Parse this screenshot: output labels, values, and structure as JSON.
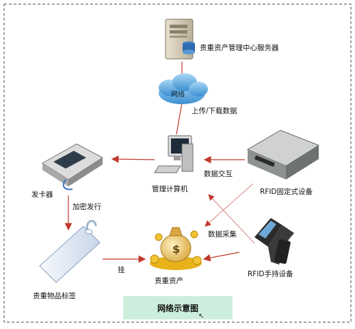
{
  "nodes": {
    "server": "贵重资产管理中心服务器",
    "network": "网络",
    "computer": "管理计算机",
    "card_issuer": "发卡器",
    "rfid_fixed": "RFID固定式设备",
    "rfid_handheld": "RFID手持设备",
    "asset": "贵重资产",
    "tag": "贵重物品标签"
  },
  "edges": {
    "upload_download": "上传/下载数据",
    "data_exchange": "数据交互",
    "data_collection": "数据采集",
    "encrypt_issue": "加密发行",
    "attach": "挂"
  },
  "caption": "网络示意图",
  "colors": {
    "arrow": "#c0392b",
    "cross_line": "#d98880",
    "border": "#444444",
    "caption_bg": "#cdeedd",
    "cloud": "#6fb3e3",
    "gold": "#e9b21a"
  }
}
